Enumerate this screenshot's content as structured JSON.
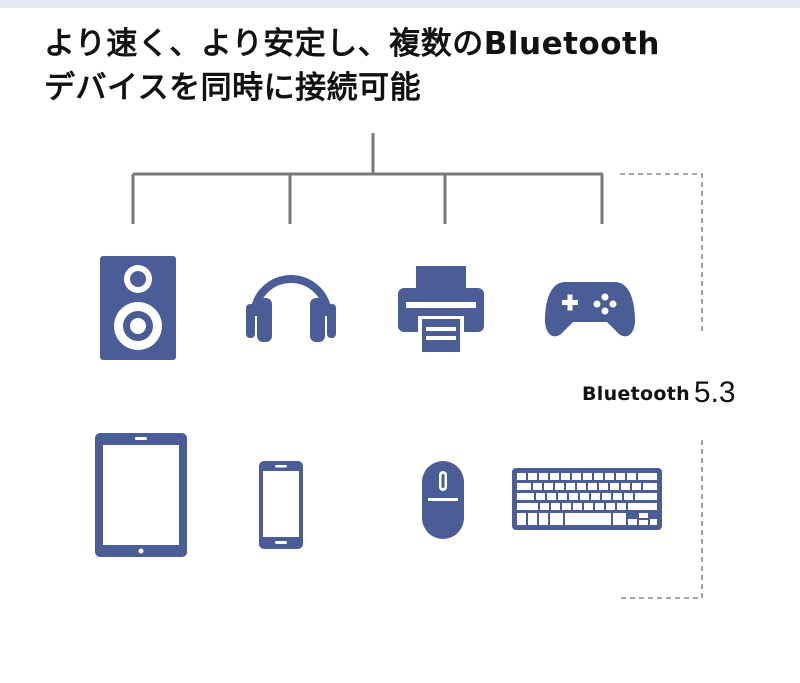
{
  "headline": {
    "line1": "より速く、より安定し、複数のBluetooth",
    "line2": "デバイスを同時に接続可能"
  },
  "bluetooth": {
    "label": "Bluetooth",
    "version": "5.3"
  },
  "devices": {
    "row1": [
      "speaker-icon",
      "headphones-icon",
      "printer-icon",
      "gamepad-icon"
    ],
    "row2": [
      "tablet-icon",
      "smartphone-icon",
      "mouse-icon",
      "keyboard-icon"
    ]
  },
  "colors": {
    "icon": "#4b5d96",
    "connector": "#7a7a7a",
    "text": "#111111"
  }
}
